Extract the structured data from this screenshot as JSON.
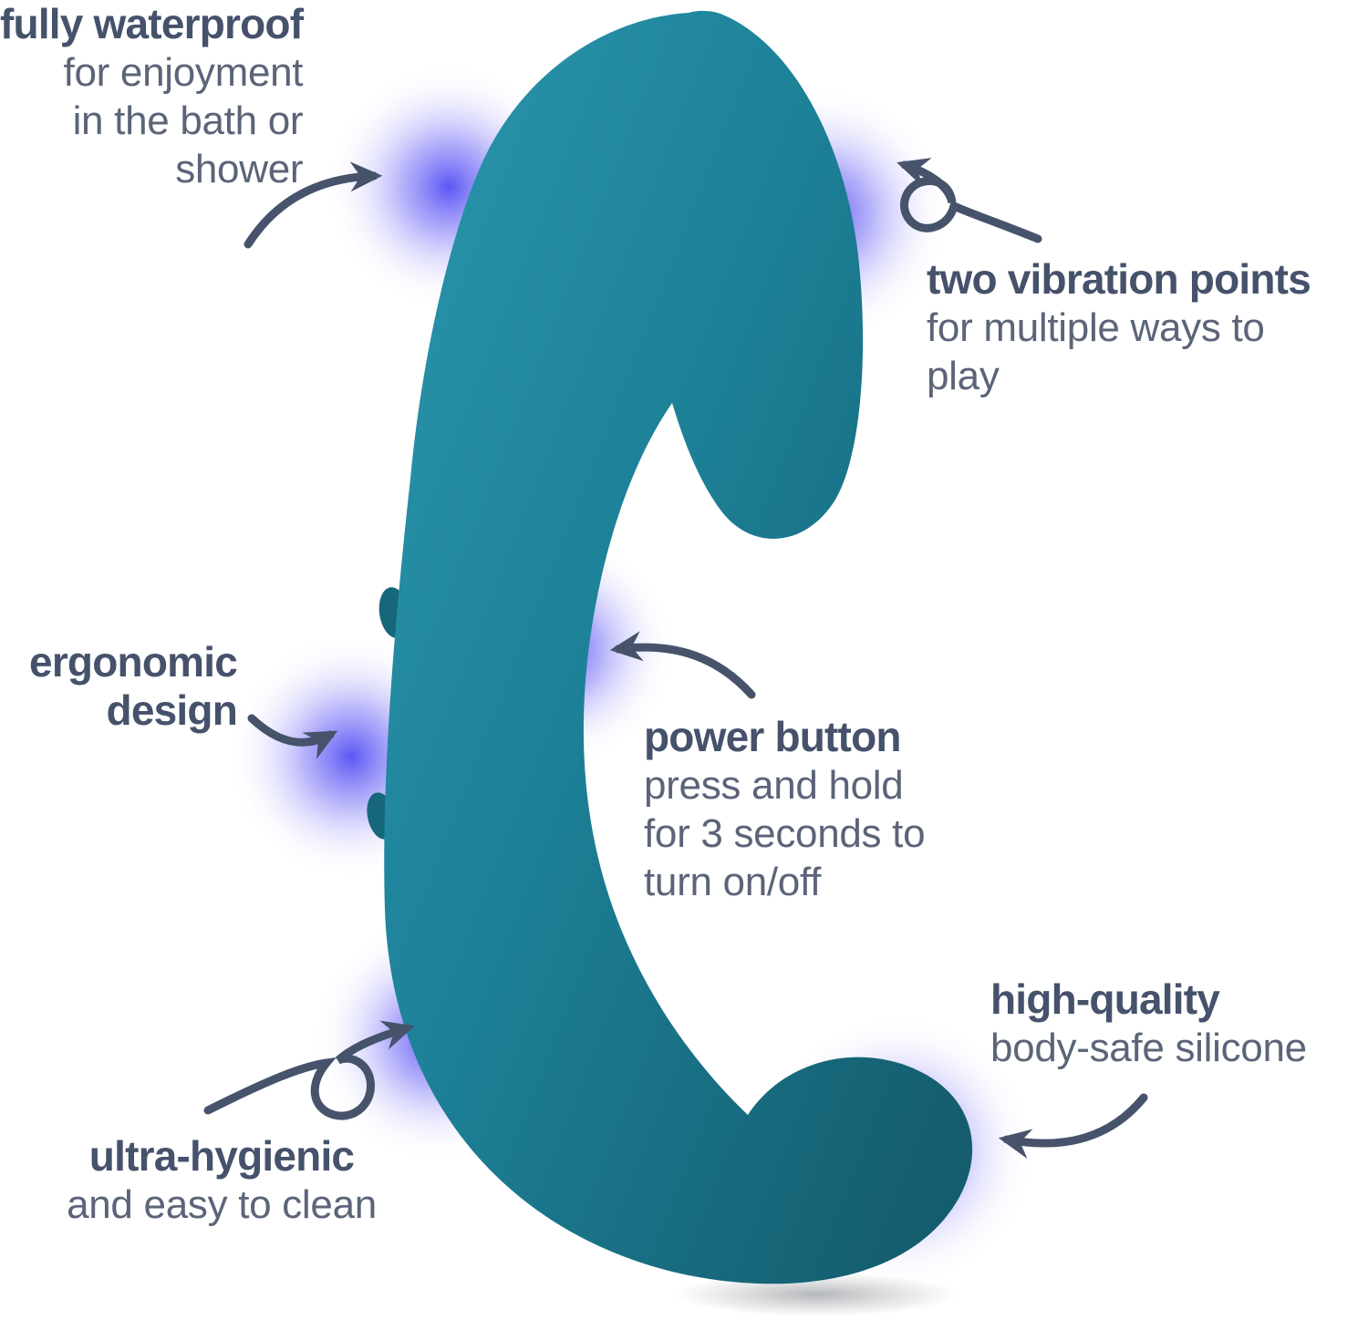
{
  "colors": {
    "background": "#ffffff",
    "product_teal": "#1d8198",
    "product_teal_light": "#2b97ae",
    "product_teal_dark": "#145d6e",
    "vibration_glow_blue": "#4e49f2",
    "heading_text": "#46526b",
    "body_text": "#5b6478",
    "arrow": "#46536b"
  },
  "product": {
    "description": "teal curved silicone massager with bulbous ends, blue vibration glow spots, soft shadow under lower tip"
  },
  "annotations": [
    {
      "id": "fully-waterproof",
      "title": "fully waterproof",
      "desc_lines": [
        "for enjoyment",
        "in the bath or",
        "shower"
      ]
    },
    {
      "id": "two-vibration-points",
      "title": "two vibration points",
      "desc_lines": [
        "for multiple ways to",
        "play"
      ]
    },
    {
      "id": "ergonomic-design",
      "title_lines": [
        "ergonomic",
        "design"
      ]
    },
    {
      "id": "power-button",
      "title": "power button",
      "desc_lines": [
        "press and hold",
        "for 3 seconds to",
        "turn on/off"
      ]
    },
    {
      "id": "high-quality",
      "title": "high-quality",
      "desc_lines": [
        "body-safe silicone"
      ]
    },
    {
      "id": "ultra-hygienic",
      "title": "ultra-hygienic",
      "desc_lines": [
        "and easy to clean"
      ]
    }
  ]
}
